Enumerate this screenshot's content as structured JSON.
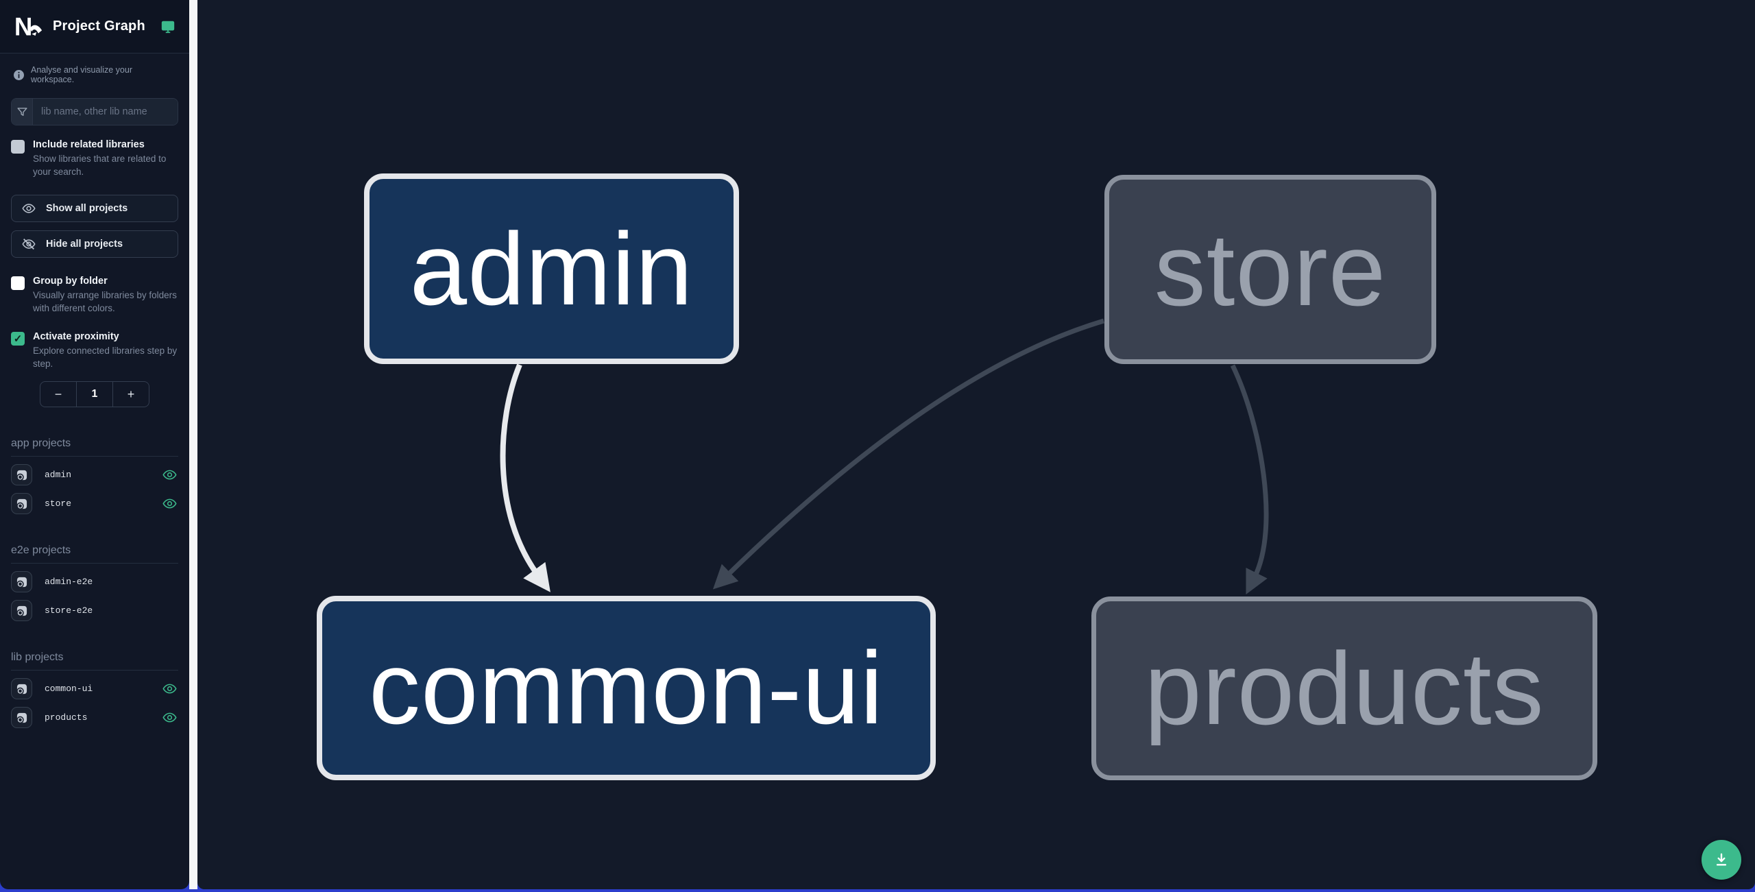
{
  "app": {
    "title": "Project Graph"
  },
  "sidebar": {
    "tagline": "Analyse and visualize your workspace.",
    "search": {
      "placeholder": "lib name, other lib name",
      "value": ""
    },
    "checkboxes": [
      {
        "id": "include-related",
        "label": "Include related libraries",
        "description": "Show libraries that are related to your search.",
        "checked": false
      },
      {
        "id": "group-by-folder",
        "label": "Group by folder",
        "description": "Visually arrange libraries by folders with different colors.",
        "checked": false
      },
      {
        "id": "activate-proximity",
        "label": "Activate proximity",
        "description": "Explore connected libraries step by step.",
        "checked": true
      }
    ],
    "buttons": {
      "show_all": "Show all projects",
      "hide_all": "Hide all projects"
    },
    "proximity": {
      "value": "1",
      "decrement": "−",
      "increment": "+"
    },
    "sections": [
      {
        "title": "app projects",
        "items": [
          {
            "name": "admin",
            "visible": true
          },
          {
            "name": "store",
            "visible": true
          }
        ]
      },
      {
        "title": "e2e projects",
        "items": [
          {
            "name": "admin-e2e",
            "visible": false
          },
          {
            "name": "store-e2e",
            "visible": false
          }
        ]
      },
      {
        "title": "lib projects",
        "items": [
          {
            "name": "common-ui",
            "visible": true
          },
          {
            "name": "products",
            "visible": true
          }
        ]
      }
    ]
  },
  "graph": {
    "nodes": [
      {
        "id": "admin",
        "label": "admin",
        "state": "focused"
      },
      {
        "id": "store",
        "label": "store",
        "state": "unfocused"
      },
      {
        "id": "common-ui",
        "label": "common-ui",
        "state": "focused"
      },
      {
        "id": "products",
        "label": "products",
        "state": "unfocused"
      }
    ],
    "edges": [
      {
        "source": "admin",
        "target": "common-ui",
        "highlighted": true
      },
      {
        "source": "store",
        "target": "common-ui",
        "highlighted": false
      },
      {
        "source": "store",
        "target": "products",
        "highlighted": false
      }
    ]
  },
  "colors": {
    "accent": "#3cba8c",
    "sidebar-bg": "#111726",
    "canvas-bg": "#131a29",
    "node-focused-bg": "#16345a",
    "node-focused-border": "#e4e6ea",
    "node-focused-text": "#ffffff",
    "node-unfocused-bg": "#3a4150",
    "node-unfocused-border": "#8a919d",
    "node-unfocused-text": "#9aa1ad",
    "edge-light": "#e8eaed",
    "edge-dark": "#3f4856",
    "strip": "#f6f7f8",
    "bottom-bar": "#2c3ecc"
  }
}
